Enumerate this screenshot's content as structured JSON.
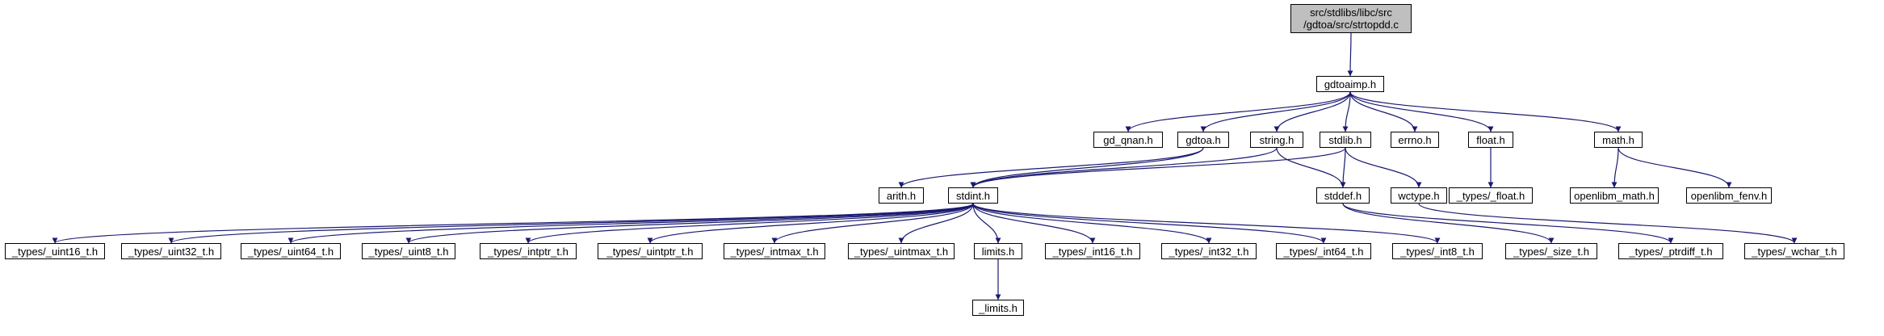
{
  "graph": {
    "edge_color": "#191970",
    "root_fill": "#bfbfbf",
    "root": {
      "id": "strtopdd_c",
      "lines": [
        "src/stdlibs/libc/src",
        "/gdtoa/src/strtopdd.c"
      ]
    },
    "nodes": [
      {
        "id": "gdtoaimp_h",
        "label": "gdtoaimp.h"
      },
      {
        "id": "gd_qnan_h",
        "label": "gd_qnan.h"
      },
      {
        "id": "gdtoa_h",
        "label": "gdtoa.h"
      },
      {
        "id": "string_h",
        "label": "string.h"
      },
      {
        "id": "stdlib_h",
        "label": "stdlib.h"
      },
      {
        "id": "errno_h",
        "label": "errno.h"
      },
      {
        "id": "float_h",
        "label": "float.h"
      },
      {
        "id": "math_h",
        "label": "math.h"
      },
      {
        "id": "arith_h",
        "label": "arith.h"
      },
      {
        "id": "stdint_h",
        "label": "stdint.h"
      },
      {
        "id": "stddef_h",
        "label": "stddef.h"
      },
      {
        "id": "wctype_h",
        "label": "wctype.h"
      },
      {
        "id": "types_float_h",
        "label": "_types/_float.h"
      },
      {
        "id": "openlibm_math_h",
        "label": "openlibm_math.h"
      },
      {
        "id": "openlibm_fenv_h",
        "label": "openlibm_fenv.h"
      },
      {
        "id": "types_uint16_t_h",
        "label": "_types/_uint16_t.h"
      },
      {
        "id": "types_uint32_t_h",
        "label": "_types/_uint32_t.h"
      },
      {
        "id": "types_uint64_t_h",
        "label": "_types/_uint64_t.h"
      },
      {
        "id": "types_uint8_t_h",
        "label": "_types/_uint8_t.h"
      },
      {
        "id": "types_intptr_t_h",
        "label": "_types/_intptr_t.h"
      },
      {
        "id": "types_uintptr_t_h",
        "label": "_types/_uintptr_t.h"
      },
      {
        "id": "types_intmax_t_h",
        "label": "_types/_intmax_t.h"
      },
      {
        "id": "types_uintmax_t_h",
        "label": "_types/_uintmax_t.h"
      },
      {
        "id": "limits_h",
        "label": "limits.h"
      },
      {
        "id": "types_int16_t_h",
        "label": "_types/_int16_t.h"
      },
      {
        "id": "types_int32_t_h",
        "label": "_types/_int32_t.h"
      },
      {
        "id": "types_int64_t_h",
        "label": "_types/_int64_t.h"
      },
      {
        "id": "types_int8_t_h",
        "label": "_types/_int8_t.h"
      },
      {
        "id": "types_size_t_h",
        "label": "_types/_size_t.h"
      },
      {
        "id": "types_ptrdiff_t_h",
        "label": "_types/_ptrdiff_t.h"
      },
      {
        "id": "types_wchar_t_h",
        "label": "_types/_wchar_t.h"
      },
      {
        "id": "_limits_h",
        "label": "_limits.h"
      }
    ],
    "edges": [
      [
        "strtopdd_c",
        "gdtoaimp_h"
      ],
      [
        "gdtoaimp_h",
        "gd_qnan_h"
      ],
      [
        "gdtoaimp_h",
        "gdtoa_h"
      ],
      [
        "gdtoaimp_h",
        "string_h"
      ],
      [
        "gdtoaimp_h",
        "stdlib_h"
      ],
      [
        "gdtoaimp_h",
        "errno_h"
      ],
      [
        "gdtoaimp_h",
        "float_h"
      ],
      [
        "gdtoaimp_h",
        "math_h"
      ],
      [
        "gdtoa_h",
        "arith_h"
      ],
      [
        "gdtoa_h",
        "stdint_h"
      ],
      [
        "string_h",
        "stdint_h"
      ],
      [
        "string_h",
        "stddef_h"
      ],
      [
        "stdlib_h",
        "stdint_h"
      ],
      [
        "stdlib_h",
        "stddef_h"
      ],
      [
        "stdlib_h",
        "wctype_h"
      ],
      [
        "float_h",
        "types_float_h"
      ],
      [
        "math_h",
        "openlibm_math_h"
      ],
      [
        "math_h",
        "openlibm_fenv_h"
      ],
      [
        "stdint_h",
        "types_uint16_t_h"
      ],
      [
        "stdint_h",
        "types_uint32_t_h"
      ],
      [
        "stdint_h",
        "types_uint64_t_h"
      ],
      [
        "stdint_h",
        "types_uint8_t_h"
      ],
      [
        "stdint_h",
        "types_intptr_t_h"
      ],
      [
        "stdint_h",
        "types_uintptr_t_h"
      ],
      [
        "stdint_h",
        "types_intmax_t_h"
      ],
      [
        "stdint_h",
        "types_uintmax_t_h"
      ],
      [
        "stdint_h",
        "limits_h"
      ],
      [
        "stdint_h",
        "types_int16_t_h"
      ],
      [
        "stdint_h",
        "types_int32_t_h"
      ],
      [
        "stdint_h",
        "types_int64_t_h"
      ],
      [
        "stdint_h",
        "types_int8_t_h"
      ],
      [
        "stddef_h",
        "types_size_t_h"
      ],
      [
        "stddef_h",
        "types_ptrdiff_t_h"
      ],
      [
        "wctype_h",
        "types_wchar_t_h"
      ],
      [
        "limits_h",
        "_limits_h"
      ]
    ]
  }
}
